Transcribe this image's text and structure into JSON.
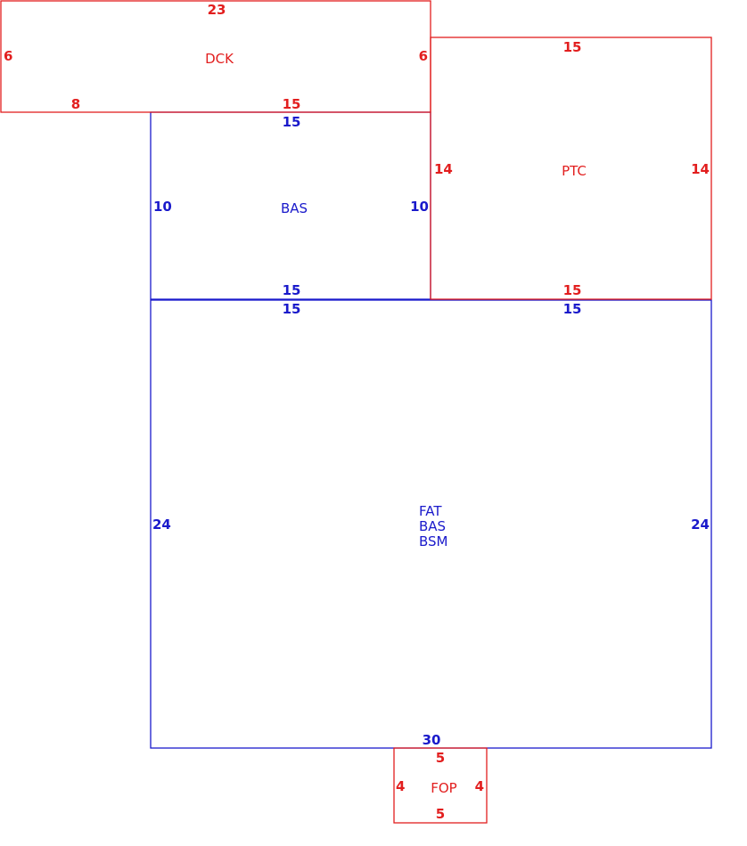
{
  "colors": {
    "red": "#e21e1e",
    "blue": "#1a1acb"
  },
  "areas": {
    "dck": {
      "label": "DCK",
      "dims": {
        "top": "23",
        "left": "6",
        "right": "6",
        "bottom_left": "8",
        "bottom_right": "15"
      }
    },
    "ptc": {
      "label": "PTC",
      "dims": {
        "top": "15",
        "left": "14",
        "right": "14",
        "bottom": "15"
      }
    },
    "bas": {
      "label": "BAS",
      "dims": {
        "top": "15",
        "left": "10",
        "right": "10",
        "bottom": "15"
      }
    },
    "fat": {
      "labels": [
        "FAT",
        "BAS",
        "BSM"
      ],
      "dims": {
        "top_left": "15",
        "top_right": "15",
        "left": "24",
        "right": "24",
        "bottom": "30"
      }
    },
    "fop": {
      "label": "FOP",
      "dims": {
        "top": "5",
        "left": "4",
        "right": "4",
        "bottom": "5"
      }
    }
  }
}
